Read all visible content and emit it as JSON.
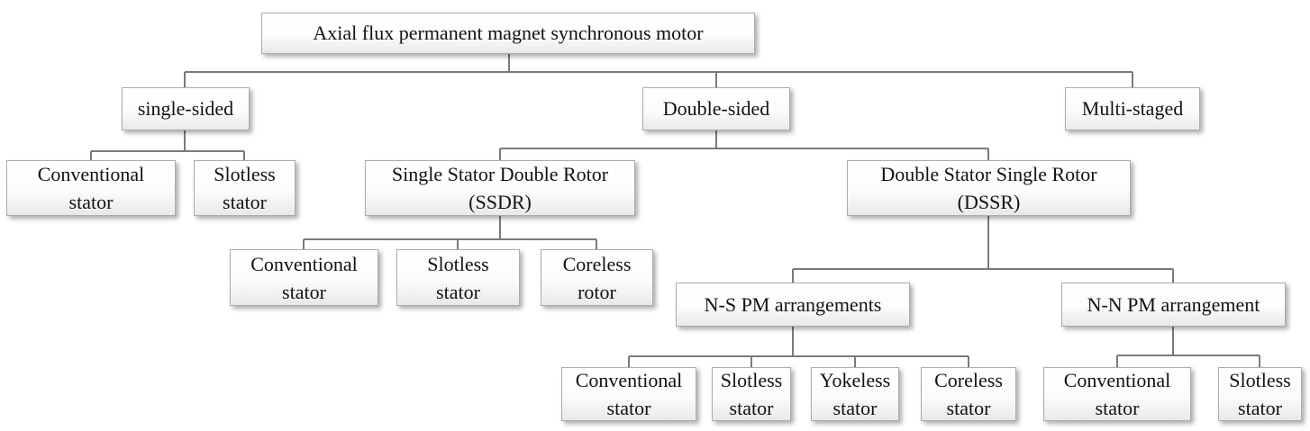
{
  "diagram": {
    "title": "Axial flux permanent magnet synchronous motor",
    "type": "tree",
    "line_color": "#7a7a7a",
    "box_border_color": "#acacac",
    "box_fill_top": "#ffffff",
    "box_fill_bottom": "#e9e9e9",
    "text_color": "#121212",
    "nodes": {
      "root": {
        "lines": [
          "Axial flux permanent magnet synchronous motor"
        ]
      },
      "single_sided": {
        "lines": [
          "single-sided"
        ]
      },
      "double_sided": {
        "lines": [
          "Double-sided"
        ]
      },
      "multi_staged": {
        "lines": [
          "Multi-staged"
        ]
      },
      "ss_conventional": {
        "lines": [
          "Conventional",
          "stator"
        ]
      },
      "ss_slotless": {
        "lines": [
          "Slotless",
          "stator"
        ]
      },
      "ssdr": {
        "lines": [
          "Single Stator Double Rotor",
          "(SSDR)"
        ]
      },
      "dssr": {
        "lines": [
          "Double Stator Single Rotor",
          "(DSSR)"
        ]
      },
      "ssdr_conventional": {
        "lines": [
          "Conventional",
          "stator"
        ]
      },
      "ssdr_slotless": {
        "lines": [
          "Slotless",
          "stator"
        ]
      },
      "ssdr_coreless": {
        "lines": [
          "Coreless",
          "rotor"
        ]
      },
      "ns_pm": {
        "lines": [
          "N-S PM arrangements"
        ]
      },
      "nn_pm": {
        "lines": [
          "N-N PM arrangement"
        ]
      },
      "ns_conventional": {
        "lines": [
          "Conventional",
          "stator"
        ]
      },
      "ns_slotless": {
        "lines": [
          "Slotless",
          "stator"
        ]
      },
      "ns_yokeless": {
        "lines": [
          "Yokeless",
          "stator"
        ]
      },
      "ns_coreless": {
        "lines": [
          "Coreless",
          "stator"
        ]
      },
      "nn_conventional": {
        "lines": [
          "Conventional",
          "stator"
        ]
      },
      "nn_slotless": {
        "lines": [
          "Slotless",
          "stator"
        ]
      }
    },
    "hierarchy": {
      "Axial flux permanent magnet synchronous motor": {
        "single-sided": [
          "Conventional stator",
          "Slotless stator"
        ],
        "Double-sided": {
          "Single Stator Double Rotor (SSDR)": [
            "Conventional stator",
            "Slotless stator",
            "Coreless rotor"
          ],
          "Double Stator Single Rotor (DSSR)": {
            "N-S PM arrangements": [
              "Conventional stator",
              "Slotless stator",
              "Yokeless stator",
              "Coreless stator"
            ],
            "N-N PM arrangement": [
              "Conventional stator",
              "Slotless stator"
            ]
          }
        },
        "Multi-staged": []
      }
    }
  }
}
